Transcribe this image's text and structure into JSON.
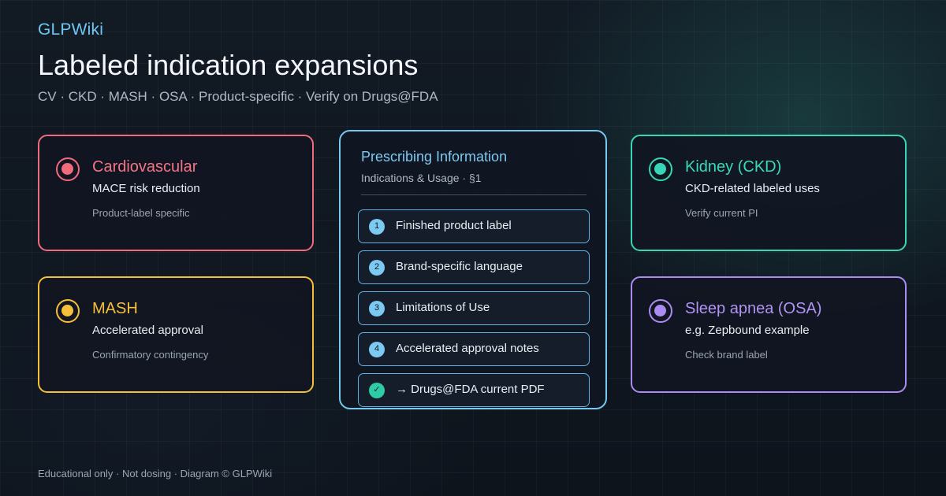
{
  "header": {
    "brand": "GLPWiki",
    "title": "Labeled indication expansions",
    "subtitle": "CV · CKD · MASH · OSA  ·  Product-specific · Verify on Drugs@FDA"
  },
  "cards": {
    "cardiovascular": {
      "title": "Cardiovascular",
      "subtitle": "MACE risk reduction",
      "note": "Product-label specific",
      "color": "#f06b7b"
    },
    "mash": {
      "title": "MASH",
      "subtitle": "Accelerated approval",
      "note": "Confirmatory contingency",
      "color": "#f6bf3a"
    },
    "kidney": {
      "title": "Kidney (CKD)",
      "subtitle": "CKD-related labeled uses",
      "note": "Verify current PI",
      "color": "#38d6b6"
    },
    "sleep_apnea": {
      "title": "Sleep apnea (OSA)",
      "subtitle": "e.g. Zepbound example",
      "note": "Check brand label",
      "color": "#a98bf2"
    }
  },
  "prescribing_info": {
    "title": "Prescribing Information",
    "subtitle": "Indications & Usage · §1",
    "items": [
      {
        "marker": "1",
        "label": "Finished product label"
      },
      {
        "marker": "2",
        "label": "Brand-specific language"
      },
      {
        "marker": "3",
        "label": "Limitations of Use"
      },
      {
        "marker": "4",
        "label": "Accelerated approval notes"
      },
      {
        "marker": "✓",
        "label": "→ Drugs@FDA current PDF"
      }
    ]
  },
  "footer": {
    "text": "Educational only · Not dosing · Diagram © GLPWiki"
  }
}
